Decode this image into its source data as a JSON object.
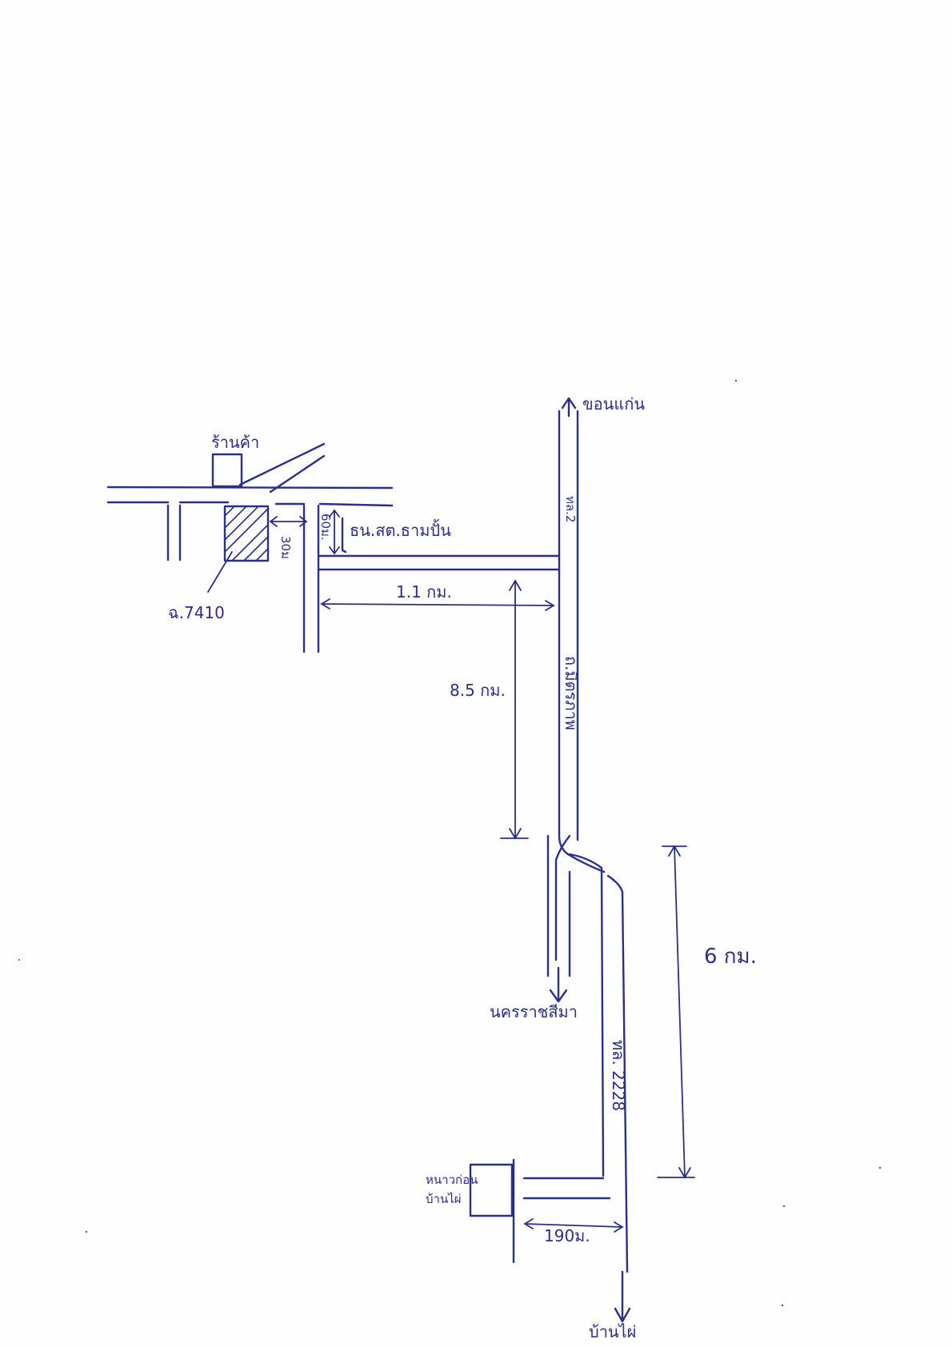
{
  "map": {
    "labels": {
      "khon_kaen": "ขอนแก่น",
      "hwy_2": "ทล.2",
      "shop": "ร้านค้า",
      "plot": "ฉ.7410",
      "dist_30m": "30ม",
      "dist_60m": "60ม.",
      "station": "ธน.สต.ธามปั้น",
      "dist_1_1km": "1.1 กม.",
      "dist_8_5km": "8.5 กม.",
      "mittraphap": "ถ.มิตรภาพ",
      "nakhon_ratchasima": "นครราชสีมา",
      "dist_6km": "6 กม.",
      "hwy_2228": "ทล. 2228",
      "school_line1": "หนาวก่อน",
      "school_line2": "บ้านไผ่",
      "dist_190m": "190ม.",
      "ban_phai": "บ้านไผ่"
    },
    "ink_color": "#2a2f8c"
  }
}
